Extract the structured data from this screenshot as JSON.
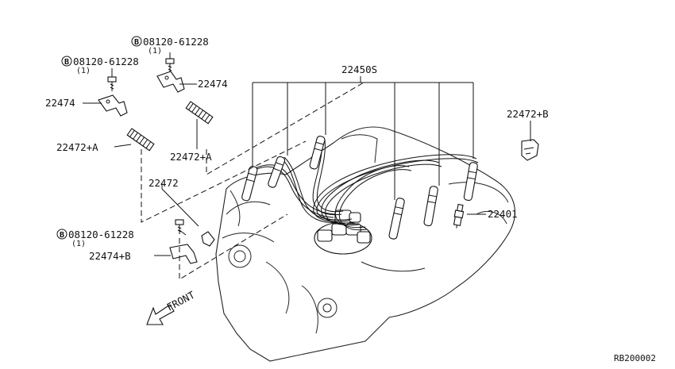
{
  "callouts": {
    "bolt_top": {
      "circle": "B",
      "part": "08120-61228",
      "qty": "(1)"
    },
    "bolt_mid": {
      "circle": "B",
      "part": "08120-61228",
      "qty": "(1)"
    },
    "bolt_low": {
      "circle": "B",
      "part": "08120-61228",
      "qty": "(1)"
    },
    "bracket_upper_right": "22474",
    "bracket_upper_left": "22474",
    "clamp_left": "22472+A",
    "clamp_right": "22472+A",
    "clip": "22472",
    "bracket_lower": "22474+B",
    "cable_set": "22450S",
    "clamp_b": "22472+B",
    "spark_plug": "22401"
  },
  "front_label": "FRONT",
  "ref_code": "RB200002"
}
